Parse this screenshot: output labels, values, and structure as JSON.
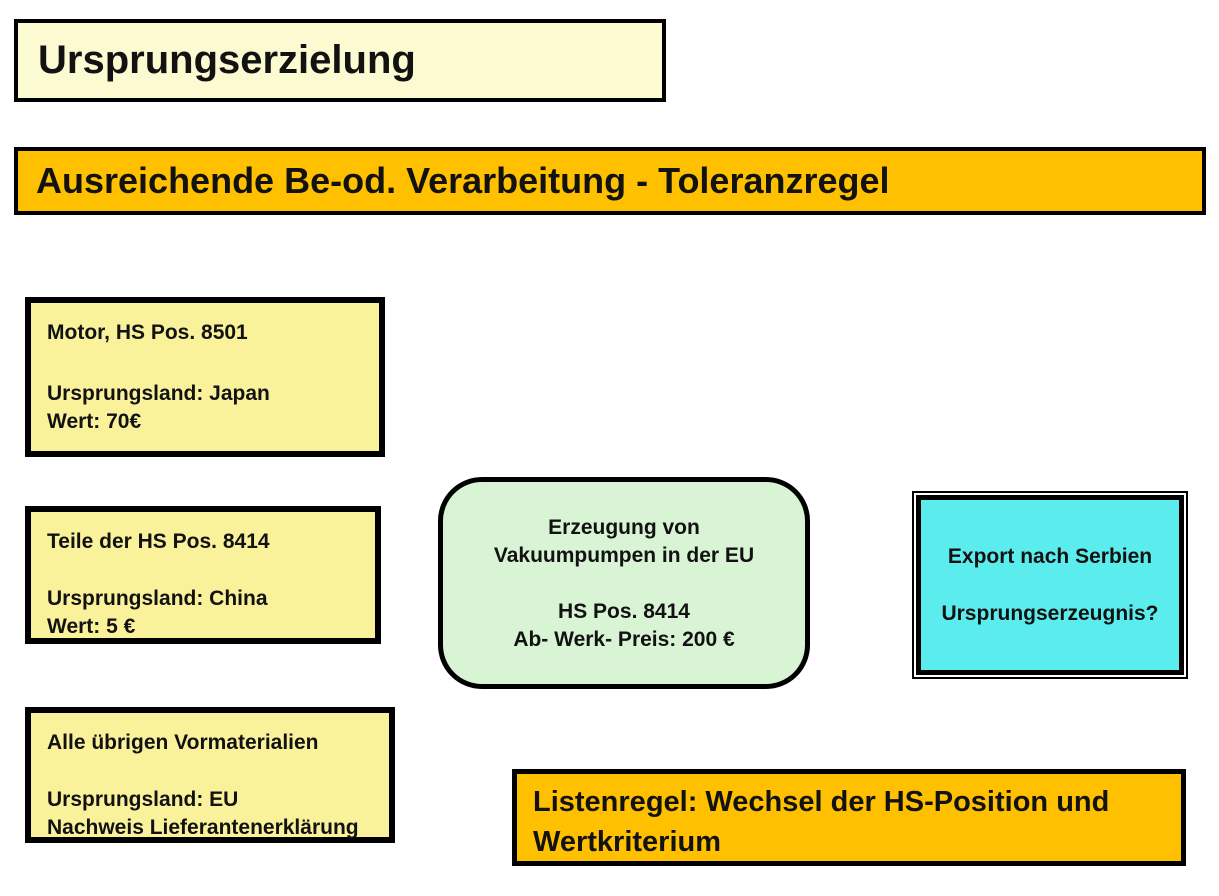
{
  "slide": {
    "title": "Ursprungserzielung",
    "banner": "Ausreichende Be-od. Verarbeitung - Toleranzregel",
    "materials": [
      {
        "heading": "Motor, HS Pos. 8501",
        "origin": "Ursprungsland: Japan",
        "value": "Wert: 70€"
      },
      {
        "heading": "Teile der HS Pos. 8414",
        "origin": "Ursprungsland: China",
        "value": "Wert: 5 €"
      },
      {
        "heading": "Alle übrigen Vormaterialien",
        "origin": "Ursprungsland: EU",
        "value": "Nachweis Lieferantenerklärung"
      }
    ],
    "production": {
      "line1": "Erzeugung von",
      "line2": "Vakuumpumpen in der EU",
      "line3": "HS Pos. 8414",
      "line4": "Ab- Werk- Preis: 200 €"
    },
    "export": {
      "line1": "Export nach Serbien",
      "line2": "Ursprungserzeugnis?"
    },
    "rule": {
      "line1": "Listenregel: Wechsel der HS-Position und",
      "line2": "Wertkriterium"
    }
  },
  "colors": {
    "title_box_fill": "#FCFAD0",
    "banner_fill": "#FFC000",
    "material_box_fill": "#FAF29B",
    "production_box_fill": "#D8F4D4",
    "export_box_fill": "#5BEDED",
    "rule_box_fill": "#FFC000",
    "border": "#000000",
    "text": "#121212",
    "background": "#FFFFFF"
  }
}
